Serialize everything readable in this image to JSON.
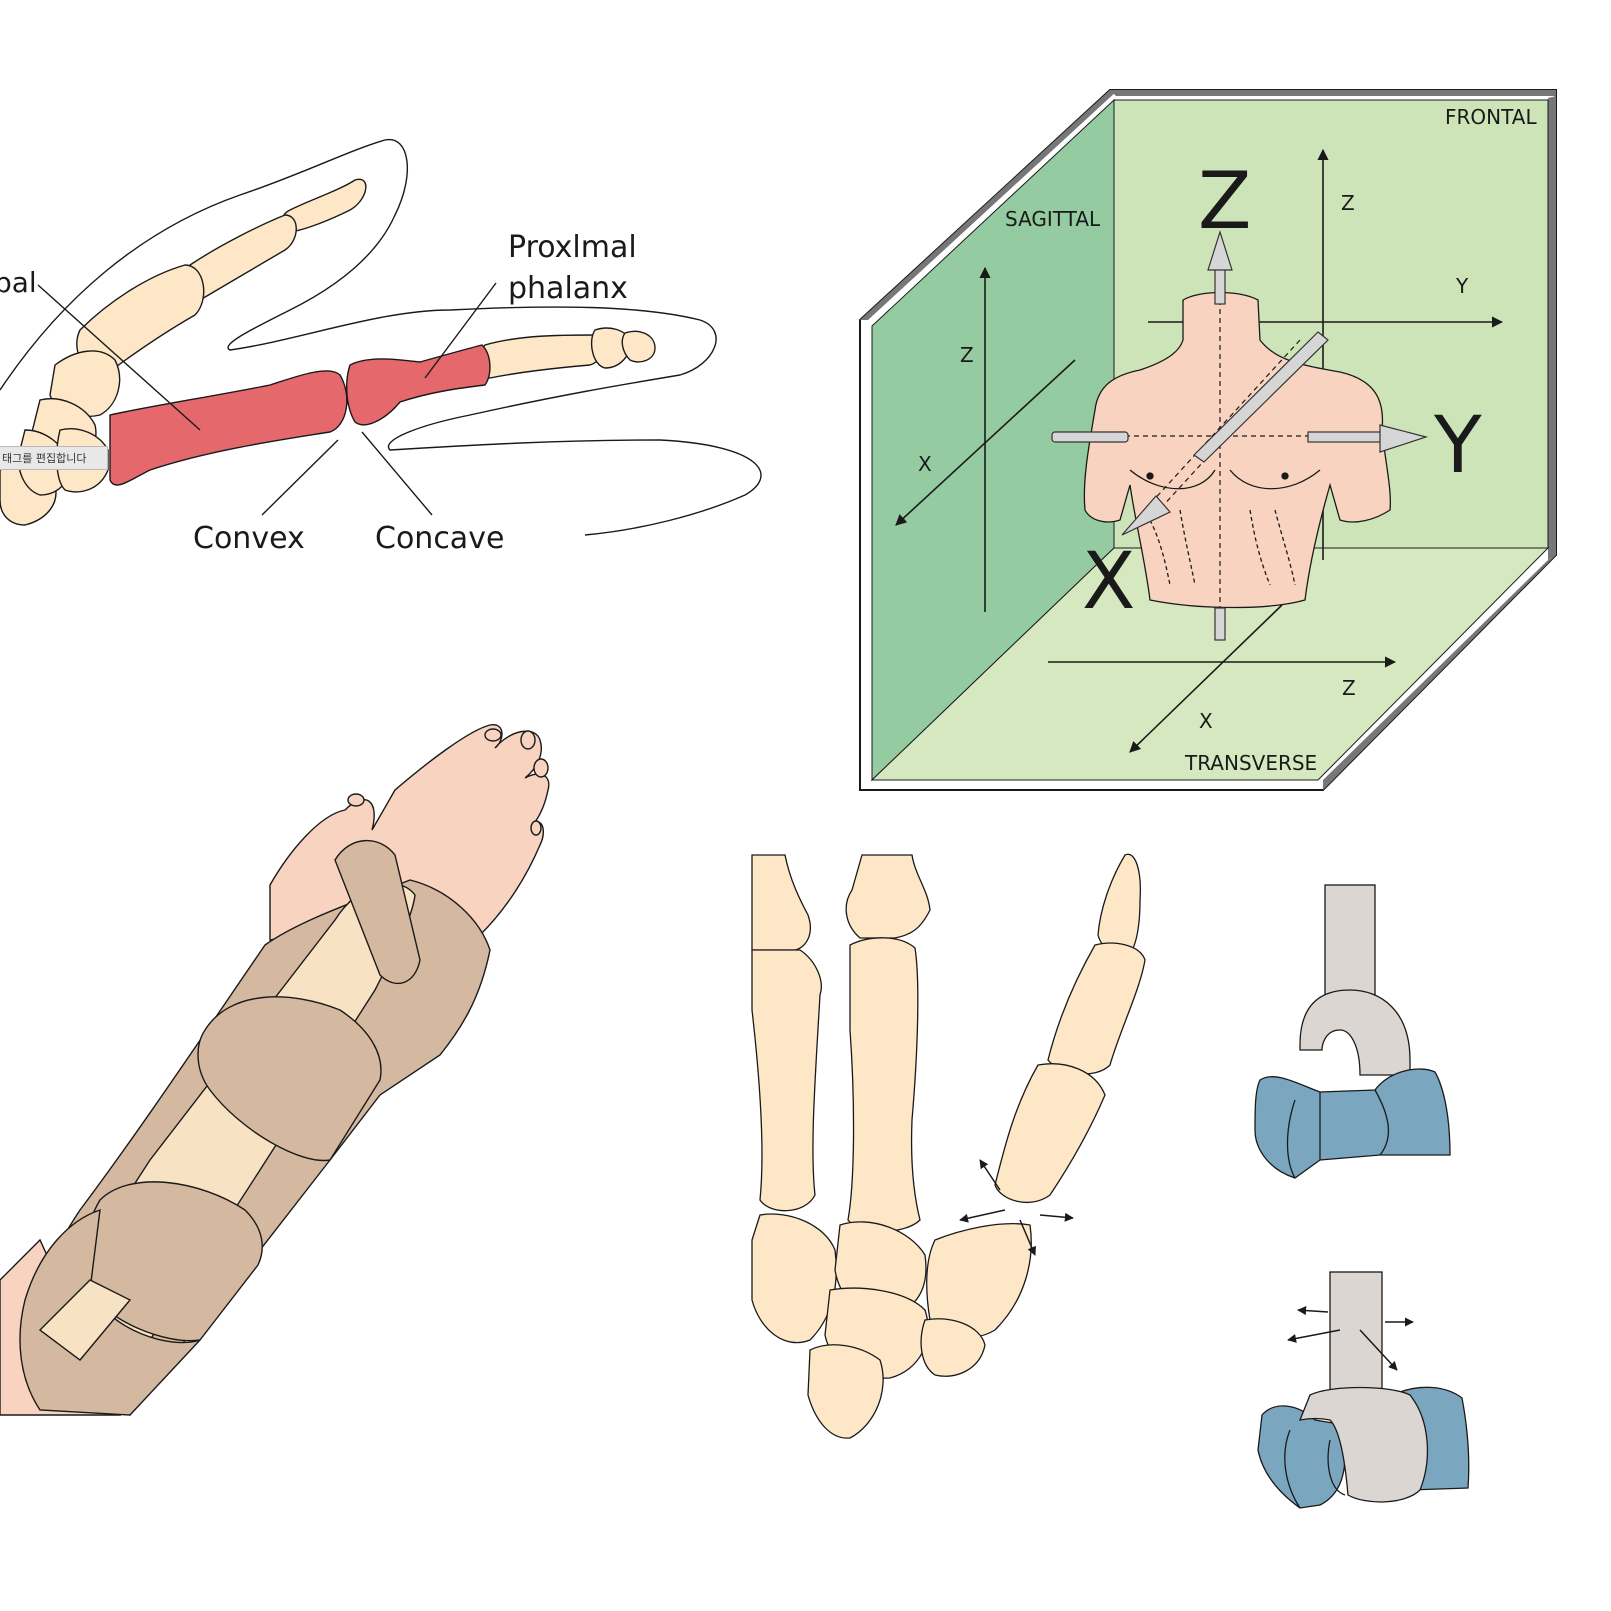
{
  "finger_diagram": {
    "label_metacarpal_partial": "pal",
    "label_proximal_phalanx_line1": "Proxlmal",
    "label_proximal_phalanx_line2": "phalanx",
    "label_convex": "Convex",
    "label_concave": "Concave",
    "tooltip_text": "태그를 편집합니다"
  },
  "planes_diagram": {
    "plane_frontal": "FRONTAL",
    "plane_sagittal": "SAGITTAL",
    "plane_transverse": "TRANSVERSE",
    "axis_big_z": "Z",
    "axis_big_y": "Y",
    "axis_big_x": "X",
    "frontal_axis_z": "Z",
    "frontal_axis_y": "Y",
    "sagittal_axis_z": "Z",
    "sagittal_axis_x": "X",
    "transverse_axis_z": "Z",
    "transverse_axis_x": "X",
    "colors": {
      "sagittal": "#95cba0",
      "frontal": "#cde4b9",
      "transverse": "#d6e8bf",
      "skin": "#f8d3bf"
    }
  },
  "colors": {
    "bone": "#fde7c6",
    "red_bone": "#e5686d",
    "brace": "#d4b8a0",
    "joint_blue": "#7ba6bf",
    "joint_grey": "#dcd6d2"
  }
}
